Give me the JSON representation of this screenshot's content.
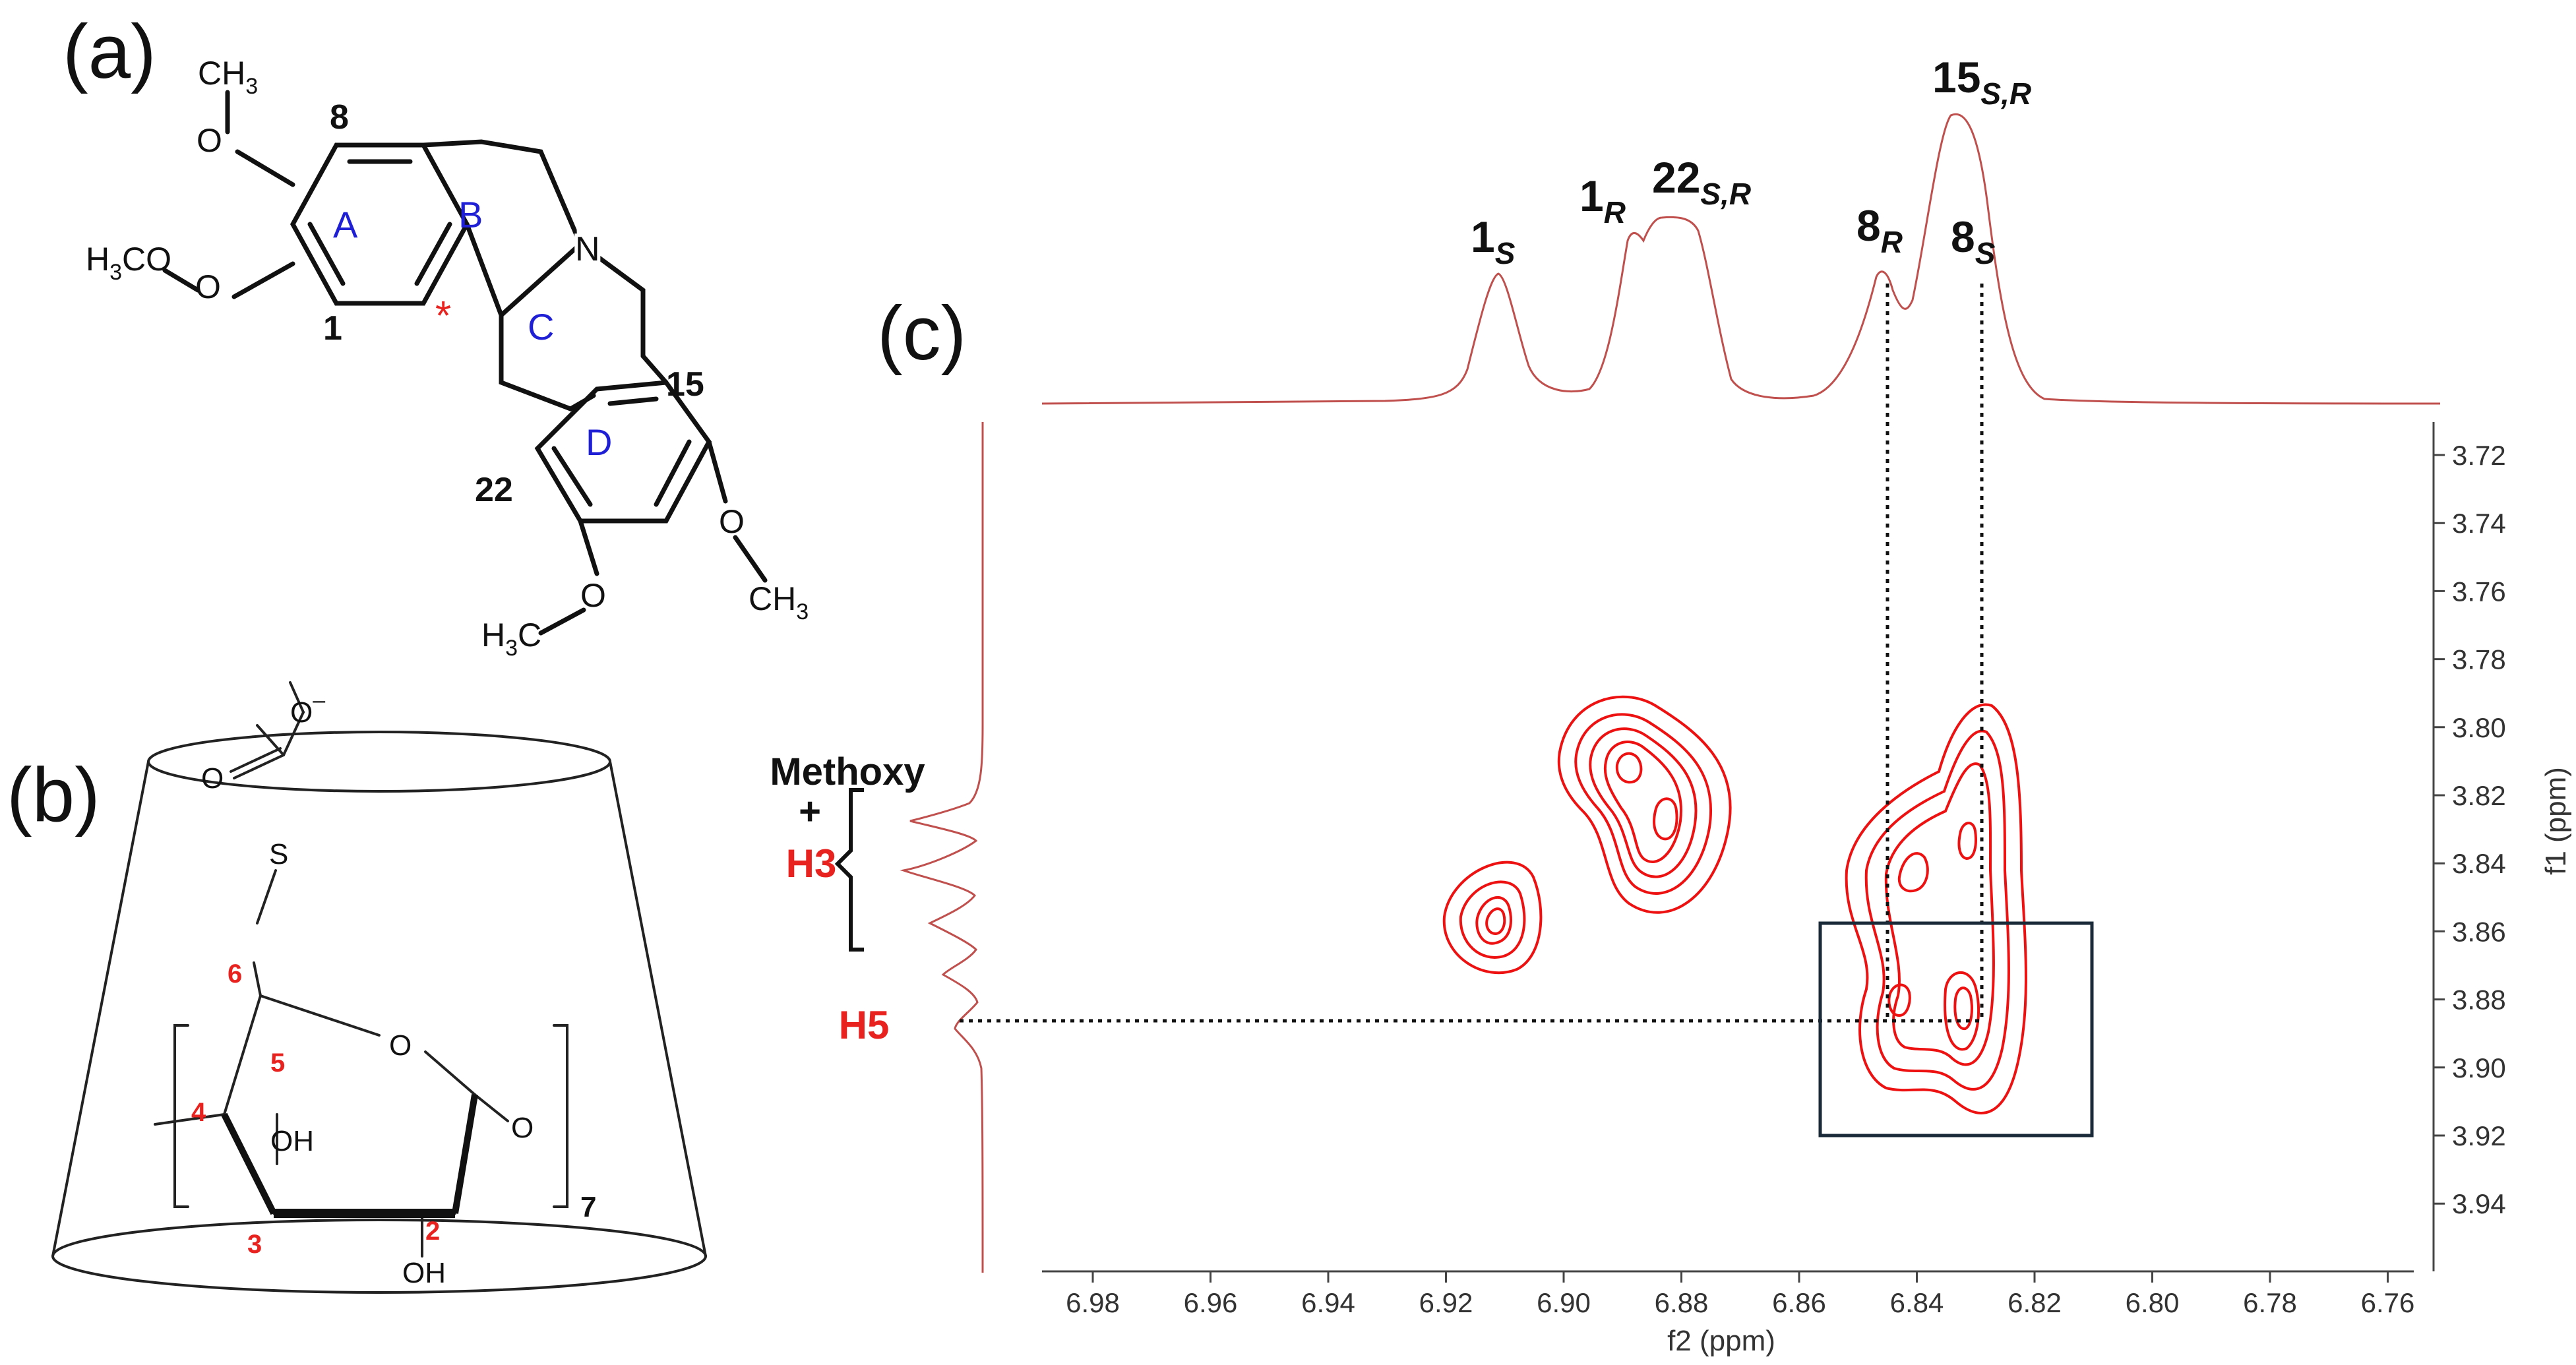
{
  "panels": {
    "a": "(a)",
    "b": "(b)",
    "c": "(c)"
  },
  "structure_a": {
    "ring_labels": [
      "A",
      "B",
      "C",
      "D"
    ],
    "nitrogen": "N",
    "chiral_mark": "*",
    "position_labels": [
      "8",
      "1",
      "15",
      "22"
    ],
    "methoxy_top": {
      "o": "O",
      "ch": "CH",
      "sub": "3"
    },
    "methoxy_left": {
      "h": "H",
      "sub": "3",
      "co": "CO"
    },
    "methoxy_right": {
      "o": "O",
      "ch": "CH",
      "sub": "3"
    },
    "methoxy_bottom": {
      "o": "O",
      "h": "H",
      "sub": "3",
      "co": "C"
    }
  },
  "structure_b": {
    "carboxylate": {
      "o_left": "O",
      "o_top": "O",
      "charge": "–"
    },
    "sulfur": "S",
    "ring_oxygen": "O",
    "glycosidic_oxygen": "O",
    "hydroxyls": [
      "OH",
      "OH"
    ],
    "carbon_numbers": [
      "6",
      "5",
      "4",
      "3",
      "2"
    ],
    "repeat": "7"
  },
  "nmr": {
    "x_label": "f2 (ppm)",
    "y_label": "f1 (ppm)",
    "x_ticks": [
      "6.98",
      "6.96",
      "6.94",
      "6.92",
      "6.90",
      "6.88",
      "6.86",
      "6.84",
      "6.82",
      "6.80",
      "6.78",
      "6.76"
    ],
    "y_ticks": [
      "3.72",
      "3.74",
      "3.76",
      "3.78",
      "3.80",
      "3.82",
      "3.84",
      "3.86",
      "3.88",
      "3.90",
      "3.92",
      "3.94"
    ],
    "peak_labels": [
      {
        "main": "1",
        "sub": "S"
      },
      {
        "main": "1",
        "sub": "R"
      },
      {
        "main": "22",
        "sub": "S,R"
      },
      {
        "main": "8",
        "sub": "R"
      },
      {
        "main": "8",
        "sub": "S"
      },
      {
        "main": "15",
        "sub": "S,R"
      }
    ],
    "side_labels": {
      "methoxy": "Methoxy",
      "plus": "+",
      "h3": "H3",
      "h5": "H5"
    },
    "colors": {
      "spectrum": "#c0504d",
      "contour": "#ee1111",
      "box": "#1a2a38",
      "label_red": "#e8231f",
      "ring_blue": "#1f1fd6"
    }
  }
}
